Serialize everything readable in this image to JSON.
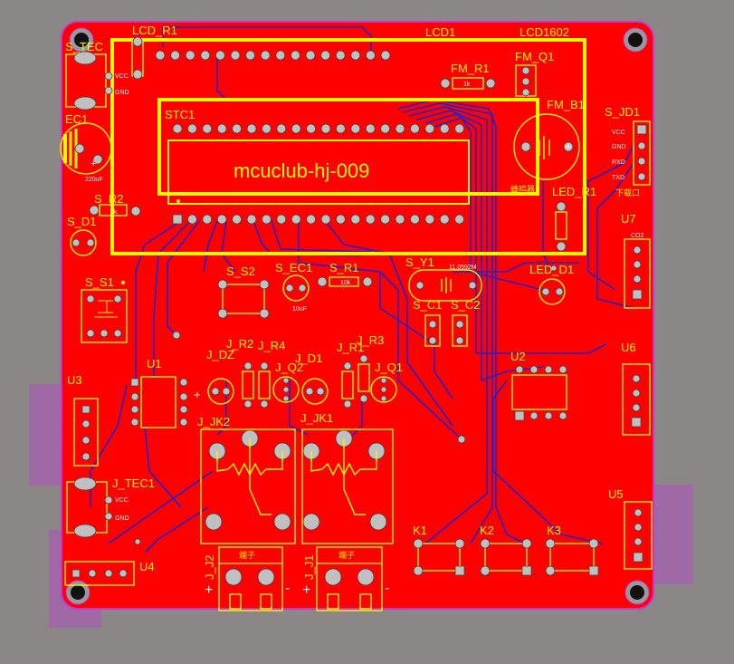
{
  "board": {
    "colors": {
      "background": "#8a8786",
      "copper": "#ff0000",
      "silk": "#f5f500",
      "trace": "#2222cc",
      "outline": "#cc33cc",
      "keepout": "#b050c0",
      "pad": "#c0c0c0"
    }
  },
  "designators": {
    "s_tec": "S_TEC",
    "lcd_r1": "LCD_R1",
    "lcd1": "LCD1",
    "lcd1602": "LCD1602",
    "ec1": "EC1",
    "stc1": "STC1",
    "fm_r1": "FM_R1",
    "fm_q1": "FM_Q1",
    "fm_b1": "FM_B1",
    "s_jd1": "S_JD1",
    "s_r2": "S_R2",
    "s_d1": "S_D1",
    "led_r1": "LED_R1",
    "u7": "U7",
    "s_s1": "S_S1",
    "s_s2": "S_S2",
    "s_ec1": "S_EC1",
    "s_r1": "S_R1",
    "s_y1": "S_Y1",
    "led_d1": "LED_D1",
    "s_c1": "S_C1",
    "s_c2": "S_C2",
    "u3": "U3",
    "u1": "U1",
    "j_dz": "J_DZ",
    "j_r2": "J_R2",
    "j_r4": "J_R4",
    "j_q2": "J_Q2",
    "j_d1": "J_D1",
    "j_r1": "J_R1",
    "j_r3": "J_R3",
    "j_q1": "J_Q1",
    "u2": "U2",
    "u6": "U6",
    "j_jk2": "J_JK2",
    "j_jk1": "J_JK1",
    "j_tec1": "J_TEC1",
    "u5": "U5",
    "k1": "K1",
    "k2": "K2",
    "k3": "K3",
    "u4": "U4",
    "j_j2": "J_J2",
    "j_j1": "J_J1"
  },
  "silk_text": {
    "main_label": "mcuclub-hj-009",
    "vcc": "VCC",
    "gnd": "GND",
    "rxd": "RXD",
    "txd": "TXD",
    "cap_220": "220uF",
    "cap_10": "10uF",
    "res_1k": "1k",
    "res_10k": "10k",
    "crystal": "11.0592M",
    "buzzer": "蜂鸣器",
    "serial": "下载口",
    "co2": "CO2",
    "plus": "+",
    "minus": "-",
    "terminal": "端子"
  }
}
